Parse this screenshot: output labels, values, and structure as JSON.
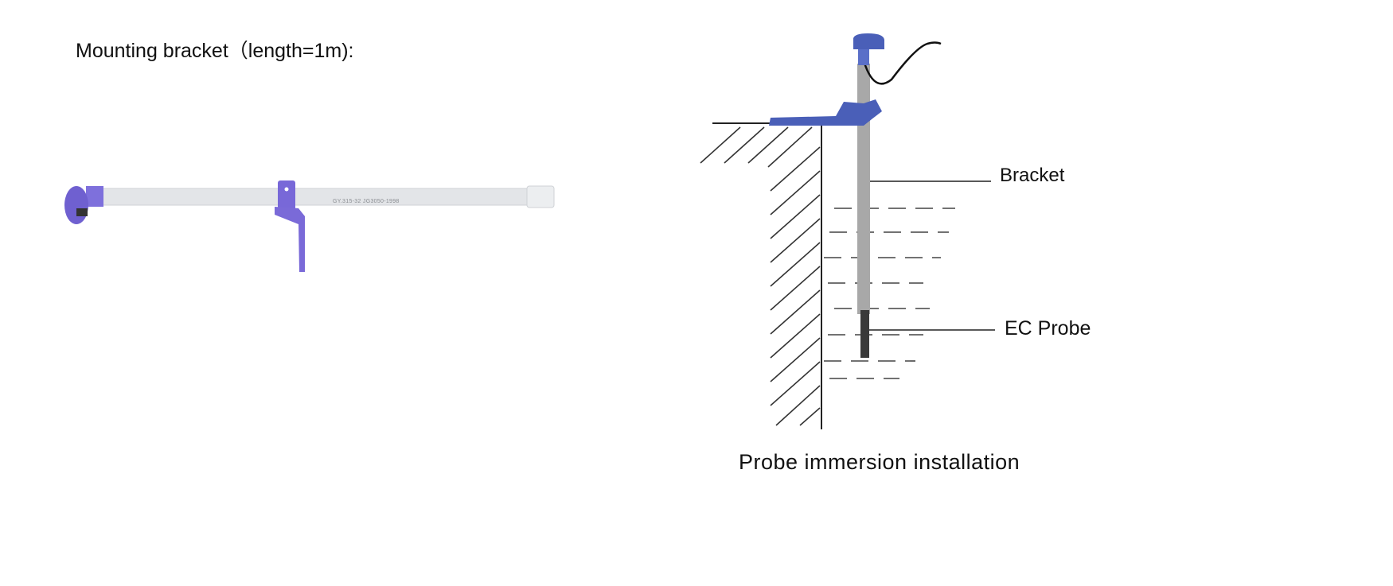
{
  "document": {
    "title": "Mounting  bracket（length=1m):",
    "caption": "Probe immersion installation",
    "labels": {
      "bracket": "Bracket",
      "ec_probe": "EC Probe"
    },
    "pipe_marking": "GY.315-32 JG3050-1998"
  },
  "colors": {
    "bracket_purple": "#7868d8",
    "diagram_blue": "#4a5fb8",
    "pole_gray": "#a8a8a8",
    "probe_dark": "#3a3a3a"
  }
}
